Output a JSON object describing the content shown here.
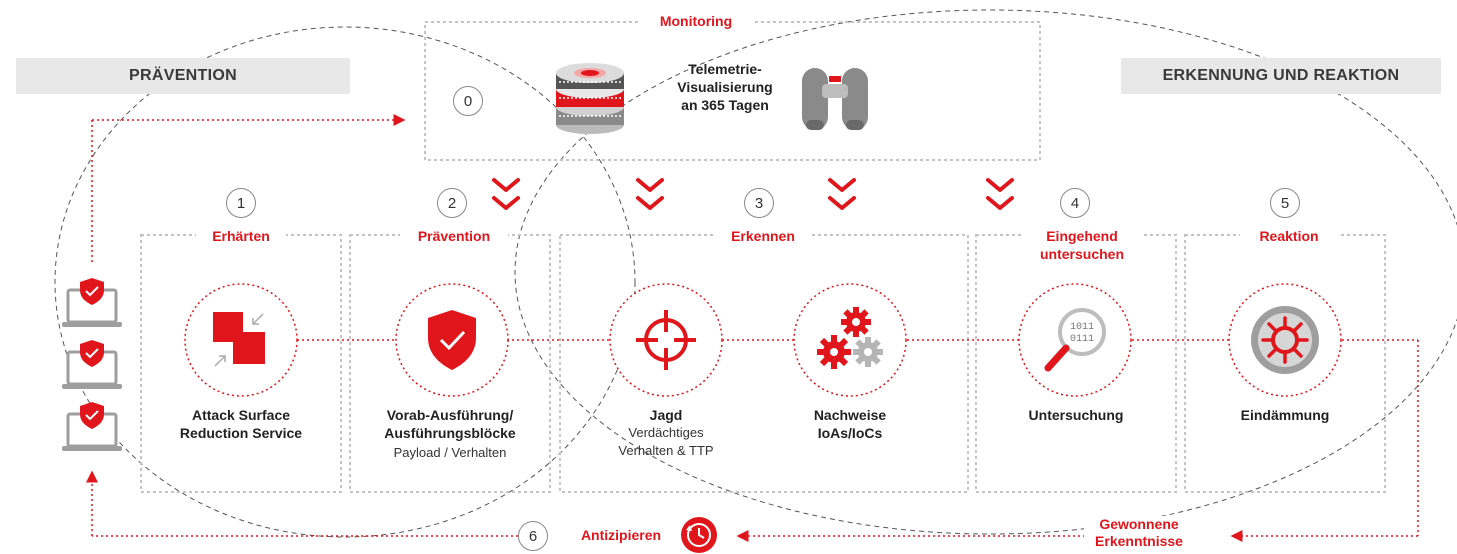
{
  "banners": {
    "left": "PRÄVENTION",
    "right": "ERKENNUNG UND REAKTION"
  },
  "monitoring": {
    "title": "Monitoring",
    "number": "0",
    "text_line1": "Telemetrie-",
    "text_line2": "Visualisierung",
    "text_line3": "an 365 Tagen"
  },
  "stages": [
    {
      "number": "1",
      "title": "Erhärten",
      "label": "Attack Surface",
      "label2": "Reduction Service"
    },
    {
      "number": "2",
      "title": "Prävention",
      "label": "Vorab-Ausführung/",
      "label2": "Ausführungsblöcke",
      "sub": "Payload / Verhalten"
    },
    {
      "number": "3",
      "title": "Erkennen"
    },
    {
      "number": "4",
      "title_line1": "Eingehend",
      "title_line2": "untersuchen",
      "label": "Untersuchung"
    },
    {
      "number": "5",
      "title": "Reaktion",
      "label": "Eindämmung"
    }
  ],
  "detect_items": [
    {
      "label": "Jagd",
      "sub1": "Verdächtiges",
      "sub2": "Verhalten & TTP"
    },
    {
      "label": "Nachweise",
      "label2": "IoAs/IoCs"
    }
  ],
  "bottom": {
    "number": "6",
    "anticipate": "Antizipieren",
    "lessons_line1": "Gewonnene",
    "lessons_line2": "Erkenntnisse"
  },
  "icons": [
    "server-icon",
    "binoculars-icon",
    "shrink-squares-icon",
    "shield-check-icon",
    "crosshair-icon",
    "gears-icon",
    "magnifier-binary-icon",
    "virus-icon",
    "laptop-shield-icon",
    "clock-icon",
    "chevron-down-icon"
  ],
  "colors": {
    "accent": "#e0161c",
    "gray": "#8a8a8a",
    "banner": "#e8e8e8"
  }
}
